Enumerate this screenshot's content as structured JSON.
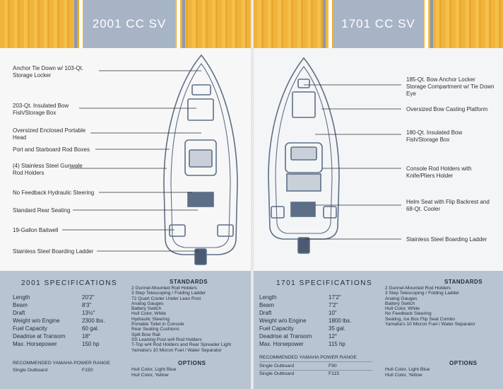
{
  "left": {
    "title": "2001 CC SV",
    "callouts": [
      "Anchor Tie Down w/ 103-Qt. Storage Locker",
      "203-Qt. Insulated Bow Fish/Storage Box",
      "Oversized Enclosed Portable Head",
      "Port and Starboard Rod Boxes",
      "(4) Stainless Steel Gunwale Rod Holders",
      "No Feedback Hydraulic Steering",
      "Standard Rear Seating",
      "19-Gallon Baitwell",
      "Stainless Steel Boarding Ladder"
    ],
    "spec_title": "2001 SPECIFICATIONS",
    "specs": [
      {
        "label": "Length",
        "value": "20'2\""
      },
      {
        "label": "Beam",
        "value": "8'3\""
      },
      {
        "label": "Draft",
        "value": "13½\""
      },
      {
        "label": "Weight w/o Engine",
        "value": "2300 lbs."
      },
      {
        "label": "Fuel Capacity",
        "value": "60 gal."
      },
      {
        "label": "Deadrise at Transom",
        "value": "18°"
      },
      {
        "label": "Max. Horsepower",
        "value": "150 hp"
      }
    ],
    "standards_title": "STANDARDS",
    "standards": [
      "2 Gunnel-Mounted Rod Holders",
      "3 Step Telescoping / Folding Ladder",
      "72 Quart Cooler Under Lean Post",
      "Analog Gauges",
      "Battery Switch",
      "Hull Color, White",
      "Hydraulic Steering",
      "Portable Toilet in Console",
      "Rear Seating Cushions",
      "Split Bow Rail",
      "SS Leaning Post w/4 Rod Holders",
      "T-Top w/4 Rod Holders and Rear Spreader Light",
      "Yamaha's 10 Micron Fuel / Water Separator"
    ],
    "power_title": "RECOMMENDED YAMAHA POWER RANGE",
    "power": [
      {
        "label": "Single Outboard",
        "value": "F150"
      }
    ],
    "options_title": "OPTIONS",
    "options": [
      "Hull Color, Light Blue",
      "Hull Color, Yellow"
    ]
  },
  "right": {
    "title": "1701 CC SV",
    "callouts": [
      "185-Qt. Bow Anchor  Locker Storage Compartment w/ Tie Down Eye",
      "Oversized Bow Casting Platform",
      "180-Qt. Insulated Bow Fish/Storage Box",
      "Console Rod Holders with Knife/Pliers Holder",
      "Helm Seat with Flip Backrest and 68-Qt. Cooler",
      "Stainless Steel Boarding Ladder"
    ],
    "spec_title": "1701 SPECIFICATIONS",
    "specs": [
      {
        "label": "Length",
        "value": "17'2\""
      },
      {
        "label": "Beam",
        "value": "7'2\""
      },
      {
        "label": "Draft",
        "value": "10\""
      },
      {
        "label": "Weight w/o Engine",
        "value": "1800 lbs."
      },
      {
        "label": "Fuel Capacity",
        "value": "35 gal."
      },
      {
        "label": "Deadrise at Transom",
        "value": "12°"
      },
      {
        "label": "Max. Horsepower",
        "value": "115 hp"
      }
    ],
    "standards_title": "STANDARDS",
    "standards": [
      "2 Gunnel-Mounted Rod Holders",
      "3 Step Telescoping / Folding Ladder",
      "Analog Gauges",
      "Battery Switch",
      "Hull Color, White",
      "No Feedback Steering",
      "Seating, Ice Box Flip Seat Combo",
      "Yamaha's 10 Micron Fuel / Water Separator"
    ],
    "power_title": "RECOMMENDED YAMAHA POWER RANGE",
    "power": [
      {
        "label": "Single Outboard",
        "value": "F90"
      },
      {
        "label": "Single Outboard",
        "value": "F115"
      }
    ],
    "options_title": "OPTIONS",
    "options": [
      "Hull Color, Light Blue",
      "Hull Color, Yellow"
    ]
  }
}
